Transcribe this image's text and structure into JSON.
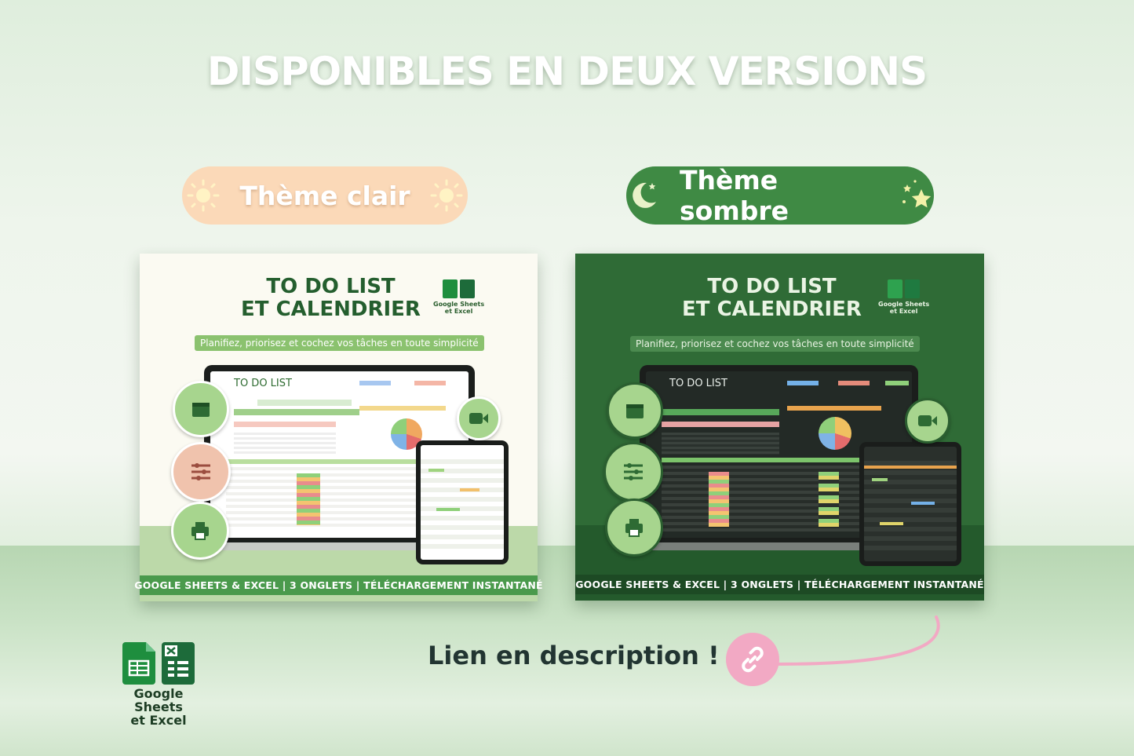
{
  "headline": "DISPONIBLES EN DEUX VERSIONS",
  "themes": {
    "light": {
      "label": "Thème clair",
      "icon": "sun-icon"
    },
    "dark": {
      "label": "Thème sombre",
      "icon": "moon-icon"
    }
  },
  "product": {
    "title_line1": "TO DO LIST",
    "title_line2": "ET CALENDRIER",
    "subtitle": "Planifiez, priorisez et cochez vos tâches en toute simplicité",
    "apps_label_line1": "Google Sheets",
    "apps_label_line2": "et Excel",
    "screen_title": "TO DO LIST",
    "footer": "GOOGLE SHEETS & EXCEL  |  3 ONGLETS  |  TÉLÉCHARGEMENT INSTANTANÉ"
  },
  "tagline": "Lien en description !",
  "brand": {
    "line1": "Google Sheets",
    "line2": "et Excel"
  },
  "colors": {
    "light_pill": "#fbd9b8",
    "dark_pill": "#3f8a44",
    "link_circle": "#f2a9c4",
    "sheets_green": "#1e8e3e",
    "excel_green": "#1d6b3a"
  }
}
